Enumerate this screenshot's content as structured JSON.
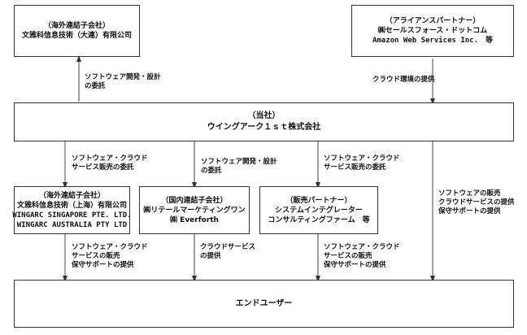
{
  "boxes": {
    "top_left": {
      "line1": "（海外連結子会社）",
      "line2": "文雅科信息技術（大連）有限公司"
    },
    "top_right": {
      "line1": "（アライアンスパートナー）",
      "line2": "㈱セールスフォース・ドットコム",
      "line3": "Amazon Web Services Inc.　等"
    },
    "center": {
      "line1": "（当社）",
      "line2": "ウイングアーク１ｓｔ株式会社"
    },
    "overseas": {
      "line1": "（海外連結子会社）",
      "line2": "文雅科信息技術（上海）有限公司",
      "line3": "WINGARC SINGAPORE PTE. LTD.",
      "line4": "WINGARC AUSTRALIA PTY LTD"
    },
    "domestic": {
      "line1": "（国内連結子会社）",
      "line2": "㈱リテールマーケティングワン",
      "line3": "㈱ Everforth"
    },
    "partner": {
      "line1": "（販売パートナー）",
      "line2": "システムインテグレーター",
      "line3": "コンサルティングファーム　等"
    },
    "end_user": {
      "line1": "エンドユーザー"
    }
  },
  "labels": {
    "dev_left": {
      "line1": "ソフトウェア開発・設計",
      "line2": "の委託"
    },
    "cloud_env": {
      "line1": "クラウド環境の提供"
    },
    "mid1": {
      "line1": "ソフトウェア・クラウド",
      "line2": "サービス販売の委託"
    },
    "mid2": {
      "line1": "ソフトウェア開発・設計",
      "line2": "の委託"
    },
    "mid3": {
      "line1": "ソフトウェア・クラウド",
      "line2": "サービス販売の委託"
    },
    "direct": {
      "line1": "ソフトウェアの販売",
      "line2": "クラウドサービスの提供",
      "line3": "保守サポートの提供"
    },
    "low1": {
      "line1": "ソフトウェア・クラウド",
      "line2": "サービスの販売",
      "line3": "保守サポートの提供"
    },
    "low2": {
      "line1": "クラウドサービス",
      "line2": "の提供"
    },
    "low3": {
      "line1": "ソフトウェア・クラウド",
      "line2": "サービスの販売",
      "line3": "保守サポートの提供"
    }
  }
}
